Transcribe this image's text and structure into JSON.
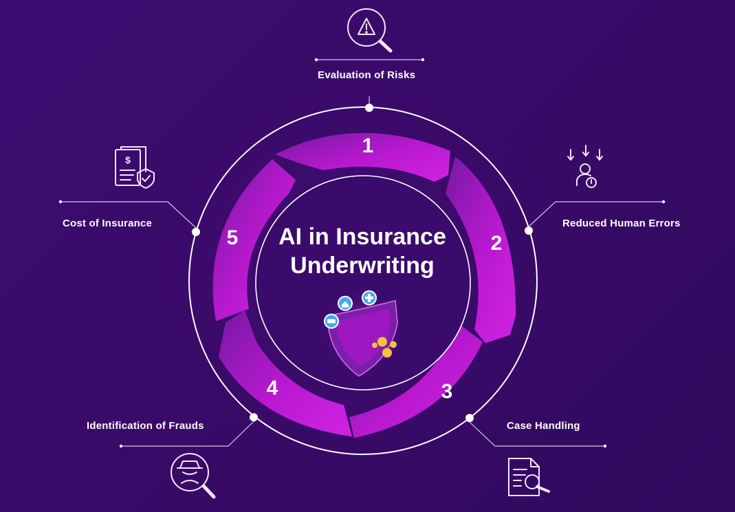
{
  "diagram": {
    "title_line1": "AI in Insurance",
    "title_line2": "Underwriting",
    "steps": [
      {
        "number": "1",
        "label": "Evaluation of Risks"
      },
      {
        "number": "2",
        "label": "Reduced Human Errors"
      },
      {
        "number": "3",
        "label": "Case Handling"
      },
      {
        "number": "4",
        "label": "Identification of Frauds"
      },
      {
        "number": "5",
        "label": "Cost of Insurance"
      }
    ]
  },
  "icons": {
    "step1": "warning-magnifier-icon",
    "step2": "user-error-icon",
    "step3": "document-search-icon",
    "step4": "fraud-spy-icon",
    "step5": "insurance-cost-icon",
    "center": "shield-icon"
  },
  "colors": {
    "background": "#3a0a6a",
    "arrow": "#b513c9",
    "arrow_light": "#d21fe0",
    "ring": "#ffffff",
    "line": "#c9b6e6"
  }
}
